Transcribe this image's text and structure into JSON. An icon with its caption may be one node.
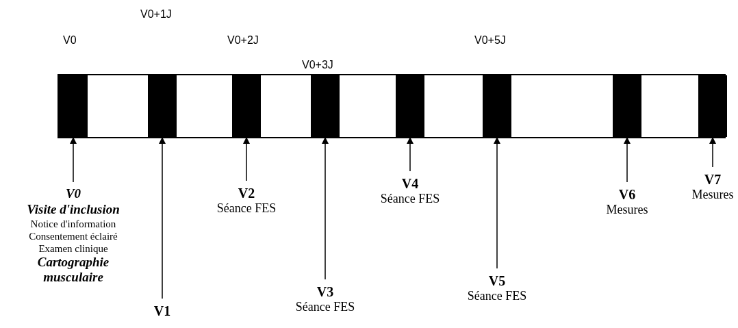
{
  "diagram": {
    "nodes": [
      {
        "text": [],
        "shape": "bar"
      },
      {
        "text": [],
        "shape": "bar",
        "in": 0
      },
      {
        "text": [],
        "shape": "bar",
        "in": 0
      },
      {
        "text": [],
        "shape": "bar",
        "in": 0
      },
      {
        "text": [],
        "shape": "bar",
        "in": 0
      },
      {
        "text": [],
        "shape": "bar",
        "in": 0
      },
      {
        "text": [],
        "shape": "bar",
        "in": 0
      },
      {
        "text": [],
        "shape": "bar",
        "in": 0
      },
      {
        "text": [],
        "shape": "bar",
        "in": 0
      },
      {
        "text": [
          "V0",
          "Visite d'inclusion",
          "Notice d'information",
          "Consentement éclairé",
          "Examen clinique",
          "Cartographie musculaire"
        ]
      },
      {
        "text": [
          "V1"
        ]
      },
      {
        "text": [
          "V2",
          "Séance FES"
        ]
      },
      {
        "text": [
          "V3",
          "Séance FES"
        ]
      },
      {
        "text": [
          "V4",
          "Séance FES"
        ]
      },
      {
        "text": [
          "V5",
          "Séance FES"
        ]
      },
      {
        "text": [
          "V6",
          "Mesures"
        ]
      },
      {
        "text": [
          "V7",
          "Mesures"
        ]
      }
    ],
    "edges": [
      {
        "from": 9,
        "to": 1,
        "arrow": "to"
      },
      {
        "from": 10,
        "to": 2,
        "arrow": "to"
      },
      {
        "from": 11,
        "to": 3,
        "arrow": "to"
      },
      {
        "from": 12,
        "to": 4,
        "arrow": "to"
      },
      {
        "from": 13,
        "to": 5,
        "arrow": "to"
      },
      {
        "from": 14,
        "to": 6,
        "arrow": "to"
      },
      {
        "from": 15,
        "to": 7,
        "arrow": "to"
      },
      {
        "from": 16,
        "to": 8,
        "arrow": "to"
      }
    ],
    "labels": [
      "V0+1J",
      "V0",
      "V0+2J",
      "V0+5J",
      "V0+3J"
    ]
  }
}
